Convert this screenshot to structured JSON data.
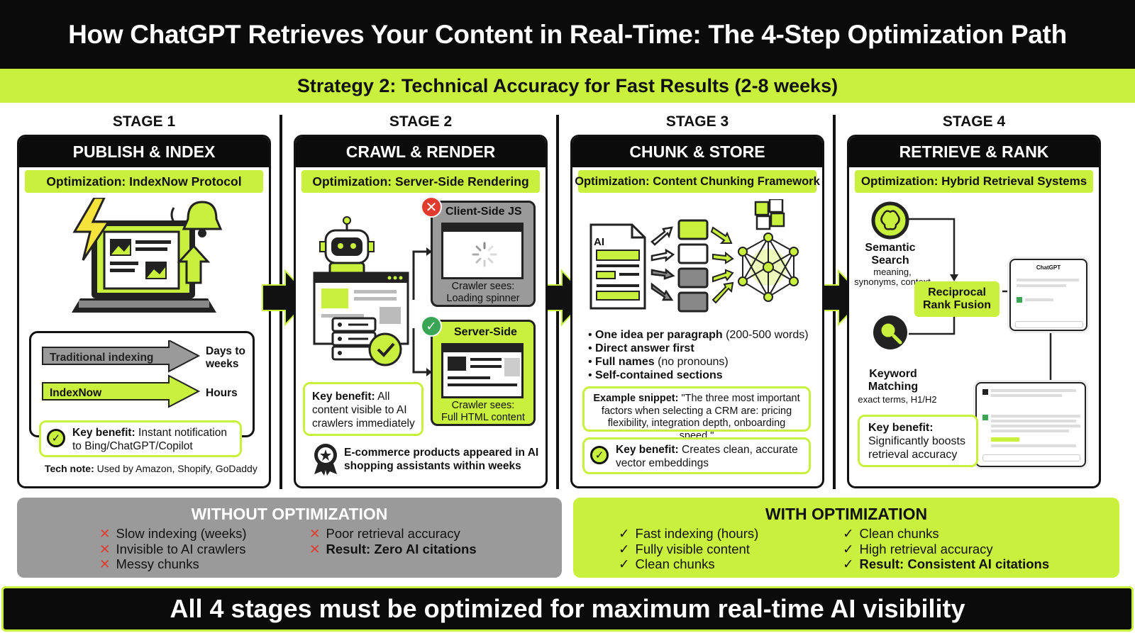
{
  "header": {
    "title": "How ChatGPT Retrieves Your Content in Real-Time: The 4-Step Optimization Path"
  },
  "strategy": {
    "title": "Strategy 2: Technical Accuracy for Fast Results (2-8 weeks)"
  },
  "stages": [
    {
      "label": "STAGE 1",
      "title": "PUBLISH & INDEX",
      "optimization": "Optimization: IndexNow Protocol",
      "traditional_label": "Traditional indexing",
      "traditional_time": "Days to weeks",
      "indexnow_label": "IndexNow",
      "indexnow_time": "Hours",
      "benefit_title": "Key benefit:",
      "benefit_text": "Instant notification to Bing/ChatGPT/Copilot",
      "tech_note_title": "Tech note:",
      "tech_note_text": "Used by Amazon, Shopify, GoDaddy"
    },
    {
      "label": "STAGE 2",
      "title": "CRAWL & RENDER",
      "optimization": "Optimization: Server-Side Rendering",
      "client_title": "Client-Side JS",
      "client_sees": "Crawler sees:",
      "client_sees_value": "Loading spinner",
      "server_title": "Server-Side",
      "server_sees": "Crawler sees:",
      "server_sees_value": "Full HTML content",
      "benefit_title": "Key benefit:",
      "benefit_text": "All content visible to AI crawlers immediately",
      "proof_text": "E-commerce products appeared in AI shopping assistants within weeks"
    },
    {
      "label": "STAGE 3",
      "title": "CHUNK & STORE",
      "optimization": "Optimization: Content Chunking Framework",
      "doc_label": "AI",
      "bullets": [
        {
          "bold": "One idea per paragraph",
          "rest": " (200-500 words)"
        },
        {
          "bold": "Direct answer first",
          "rest": ""
        },
        {
          "bold": "Full names",
          "rest": " (no pronouns)"
        },
        {
          "bold": "Self-contained sections",
          "rest": ""
        }
      ],
      "example_title": "Example snippet:",
      "example_text": "\"The three most important factors when selecting a CRM are: pricing flexibility, integration depth, onboarding speed.\"",
      "benefit_title": "Key benefit:",
      "benefit_text": "Creates clean, accurate vector embeddings"
    },
    {
      "label": "STAGE 4",
      "title": "RETRIEVE & RANK",
      "optimization": "Optimization: Hybrid Retrieval Systems",
      "semantic_title": "Semantic Search",
      "semantic_sub": "meaning, synonyms, context",
      "keyword_title": "Keyword Matching",
      "keyword_sub": "exact terms, H1/H2",
      "fusion": "Reciprocal Rank Fusion",
      "chat_title": "ChatGPT",
      "benefit_title": "Key benefit:",
      "benefit_text": "Significantly boosts retrieval accuracy"
    }
  ],
  "without": {
    "title": "WITHOUT OPTIMIZATION",
    "col1": [
      "Slow indexing (weeks)",
      "Invisible to AI crawlers",
      "Messy chunks"
    ],
    "col2": [
      "Poor retrieval accuracy",
      "Result: Zero AI citations"
    ]
  },
  "with": {
    "title": "WITH OPTIMIZATION",
    "col1": [
      "Fast indexing (hours)",
      "Fully visible content",
      "Clean chunks"
    ],
    "col2": [
      "Clean chunks",
      "High retrieval accuracy",
      "Result: Consistent AI citations"
    ]
  },
  "footer": {
    "text": "All 4 stages must be optimized for maximum real-time AI visibility"
  },
  "colors": {
    "accent": "#c8f03c",
    "dark": "#0b0b0b",
    "gray": "#9a9a9a",
    "red": "#e23b2e",
    "green": "#3aa655"
  },
  "icons": [
    "lightning-icon",
    "bell-icon",
    "laptop-icon",
    "robot-icon",
    "server-icon",
    "spinner-icon",
    "puzzle-icon",
    "network-icon",
    "brain-icon",
    "magnifier-icon",
    "badge-icon",
    "check-icon",
    "cross-icon"
  ]
}
